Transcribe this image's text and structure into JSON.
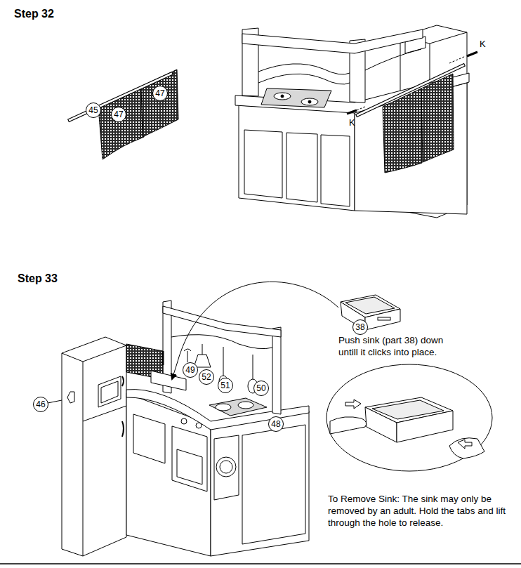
{
  "diagram": {
    "nodes": [
      {
        "text": [
          "45"
        ]
      },
      {
        "text": [
          "47"
        ]
      },
      {
        "text": [
          "47"
        ]
      },
      {
        "text": [
          "38"
        ]
      },
      {
        "text": [
          "49"
        ]
      },
      {
        "text": [
          "52"
        ]
      },
      {
        "text": [
          "51"
        ]
      },
      {
        "text": [
          "50"
        ]
      },
      {
        "text": [
          "48"
        ]
      },
      {
        "text": [
          "46"
        ]
      }
    ],
    "labels": [
      "Step 32",
      "K",
      "K",
      "Step 33",
      "Push sink (part 38) down untill it clicks into place.",
      "To Remove Sink: The sink may only be removed by an adult. Hold the tabs and lift through the hole to release."
    ]
  }
}
